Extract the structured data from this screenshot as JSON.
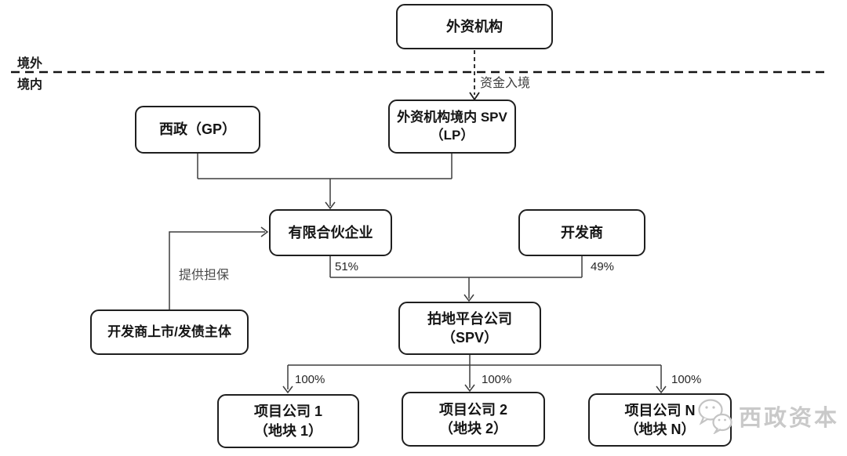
{
  "diagram": {
    "title_hint": "境外资金入境地产投资结构图",
    "region_labels": {
      "offshore": "境外",
      "onshore": "境内"
    },
    "nodes": {
      "foreign_org": {
        "label": "外资机构"
      },
      "xizheng_gp": {
        "label": "西政（GP）"
      },
      "foreign_spv_lp": {
        "line1": "外资机构境内 SPV",
        "line2": "（LP）"
      },
      "limited_partnership": {
        "label": "有限合伙企业"
      },
      "developer": {
        "label": "开发商"
      },
      "land_platform_spv": {
        "line1": "拍地平台公司",
        "line2": "（SPV）"
      },
      "developer_listed_entity": {
        "label": "开发商上市/发债主体"
      },
      "project_company_1": {
        "line1": "项目公司 1",
        "line2": "（地块 1）"
      },
      "project_company_2": {
        "line1": "项目公司 2",
        "line2": "（地块 2）"
      },
      "project_company_n": {
        "line1": "项目公司 N",
        "line2": "（地块 N）"
      }
    },
    "edge_labels": {
      "funds_inbound": "资金入境",
      "lp_share": "51%",
      "developer_share": "49%",
      "guarantee": "提供担保",
      "project1_share": "100%",
      "project2_share": "100%",
      "projectn_share": "100%"
    },
    "watermark": {
      "text": "西政资本",
      "icon": "wechat-icon"
    },
    "colors": {
      "background": "#ffffff",
      "box_border": "#1f1f1f",
      "connector_line": "#3d3d3d",
      "divider_line": "#141414",
      "text": "#141414",
      "edge_label_text": "#3c3c3c",
      "watermark_gray": "#c9c9c9"
    }
  }
}
